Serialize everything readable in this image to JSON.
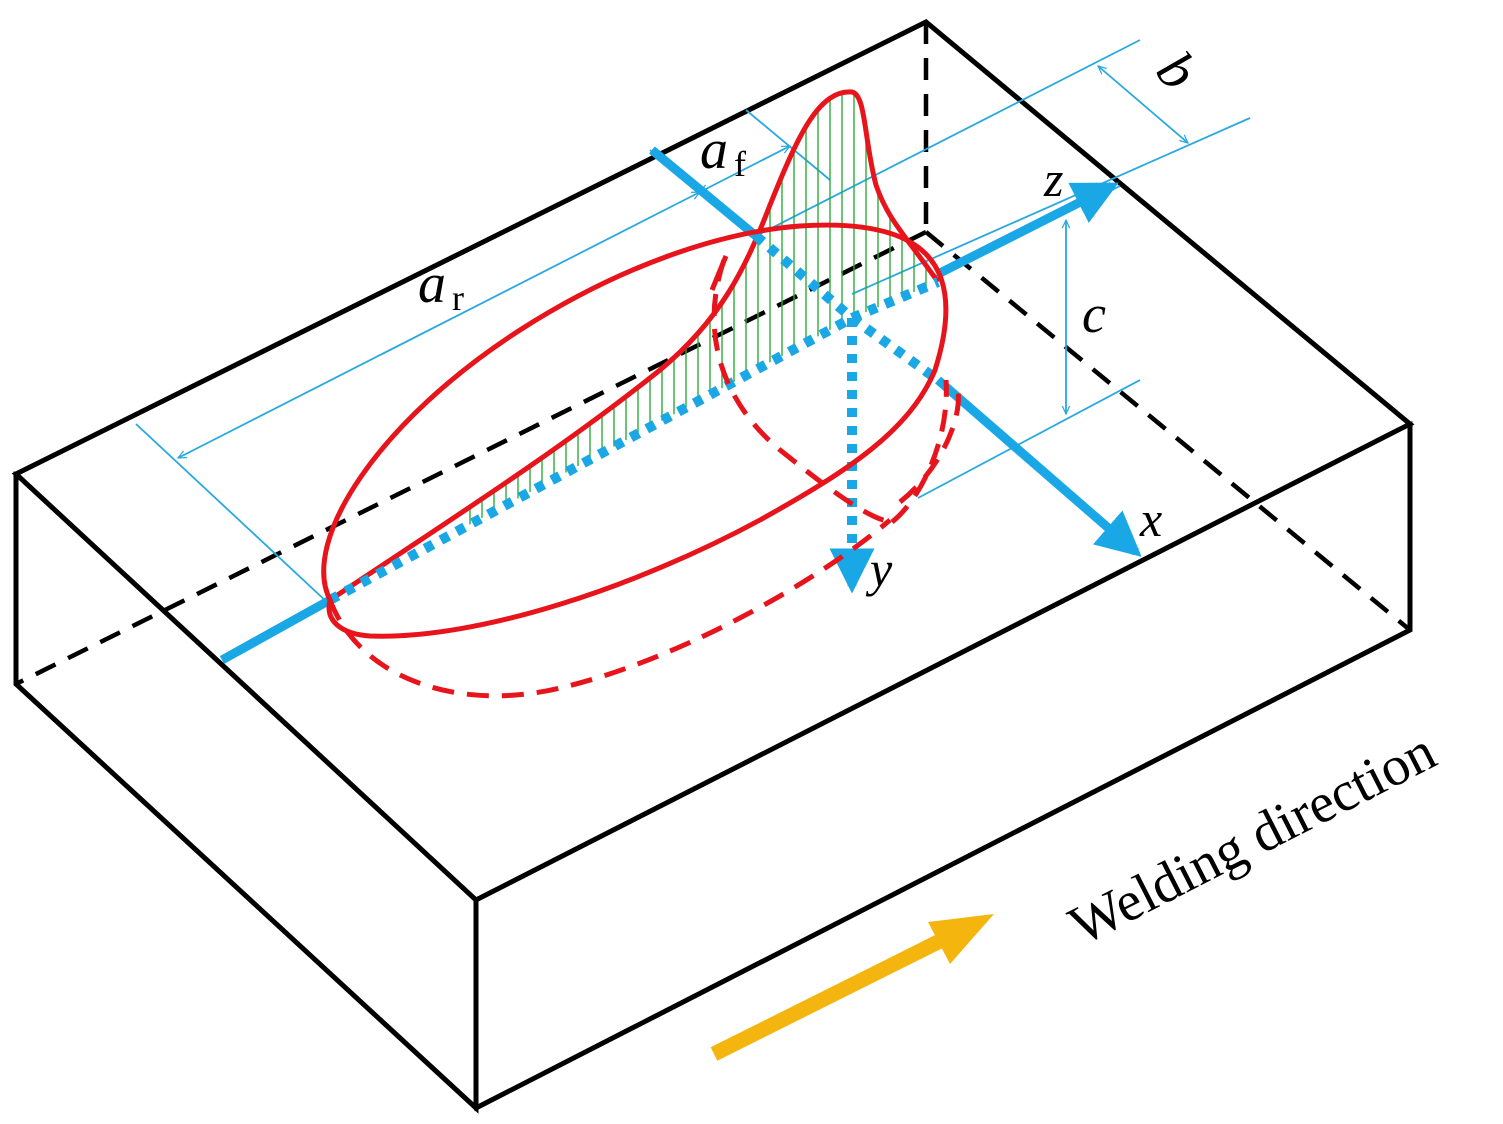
{
  "labels": {
    "z": "z",
    "x": "x",
    "y": "y",
    "b": "b",
    "c": "c",
    "a_f_main": "a",
    "a_f_sub": "f",
    "a_r_main": "a",
    "a_r_sub": "r"
  },
  "caption": "Welding direction",
  "colors": {
    "edges": "#000000",
    "axes": "#1aa7e6",
    "dimension_lines": "#29a8e0",
    "pool_outline": "#e8141c",
    "heat_hatch": "#2eaa3a",
    "direction_arrow": "#f5b50f"
  }
}
